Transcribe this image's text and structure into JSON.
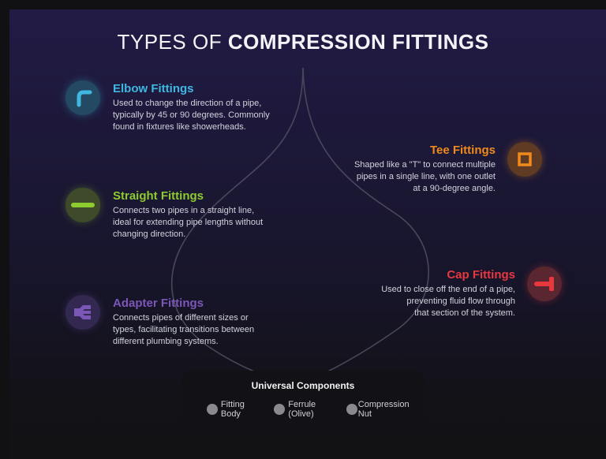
{
  "title": {
    "light": "TYPES OF ",
    "bold": "COMPRESSION FITTINGS"
  },
  "fittings": [
    {
      "name": "Elbow Fittings",
      "color": "#3fb7e0",
      "icon": "elbow-icon",
      "side": "left",
      "lines": [
        "Used to change the direction of a pipe,",
        "typically by 45 or 90 degrees. Commonly",
        "found in fixtures like showerheads."
      ]
    },
    {
      "name": "Tee Fittings",
      "color": "#f08a1c",
      "icon": "tee-icon",
      "side": "right",
      "lines": [
        "Shaped like a \"T\" to connect multiple",
        "pipes in a single line, with one outlet",
        "at a 90-degree angle."
      ]
    },
    {
      "name": "Straight Fittings",
      "color": "#8ecb2e",
      "icon": "straight-pipe-icon",
      "side": "left",
      "lines": [
        "Connects two pipes in a straight line,",
        "ideal for extending pipe lengths without",
        "changing direction."
      ]
    },
    {
      "name": "Cap Fittings",
      "color": "#e8383f",
      "icon": "cap-icon",
      "side": "right",
      "lines": [
        "Used to close off the end of a pipe,",
        "preventing fluid flow through",
        "that section of the system."
      ]
    },
    {
      "name": "Adapter Fittings",
      "color": "#7b57b8",
      "icon": "adapter-icon",
      "side": "left",
      "lines": [
        "Connects pipes of different sizes or",
        "types, facilitating transitions between",
        "different plumbing systems."
      ]
    }
  ],
  "legend": {
    "title": "Universal Components",
    "items": [
      "Fitting Body",
      "Ferrule (Olive)",
      "Compression Nut"
    ],
    "dot_color": "#8a8a8e"
  }
}
